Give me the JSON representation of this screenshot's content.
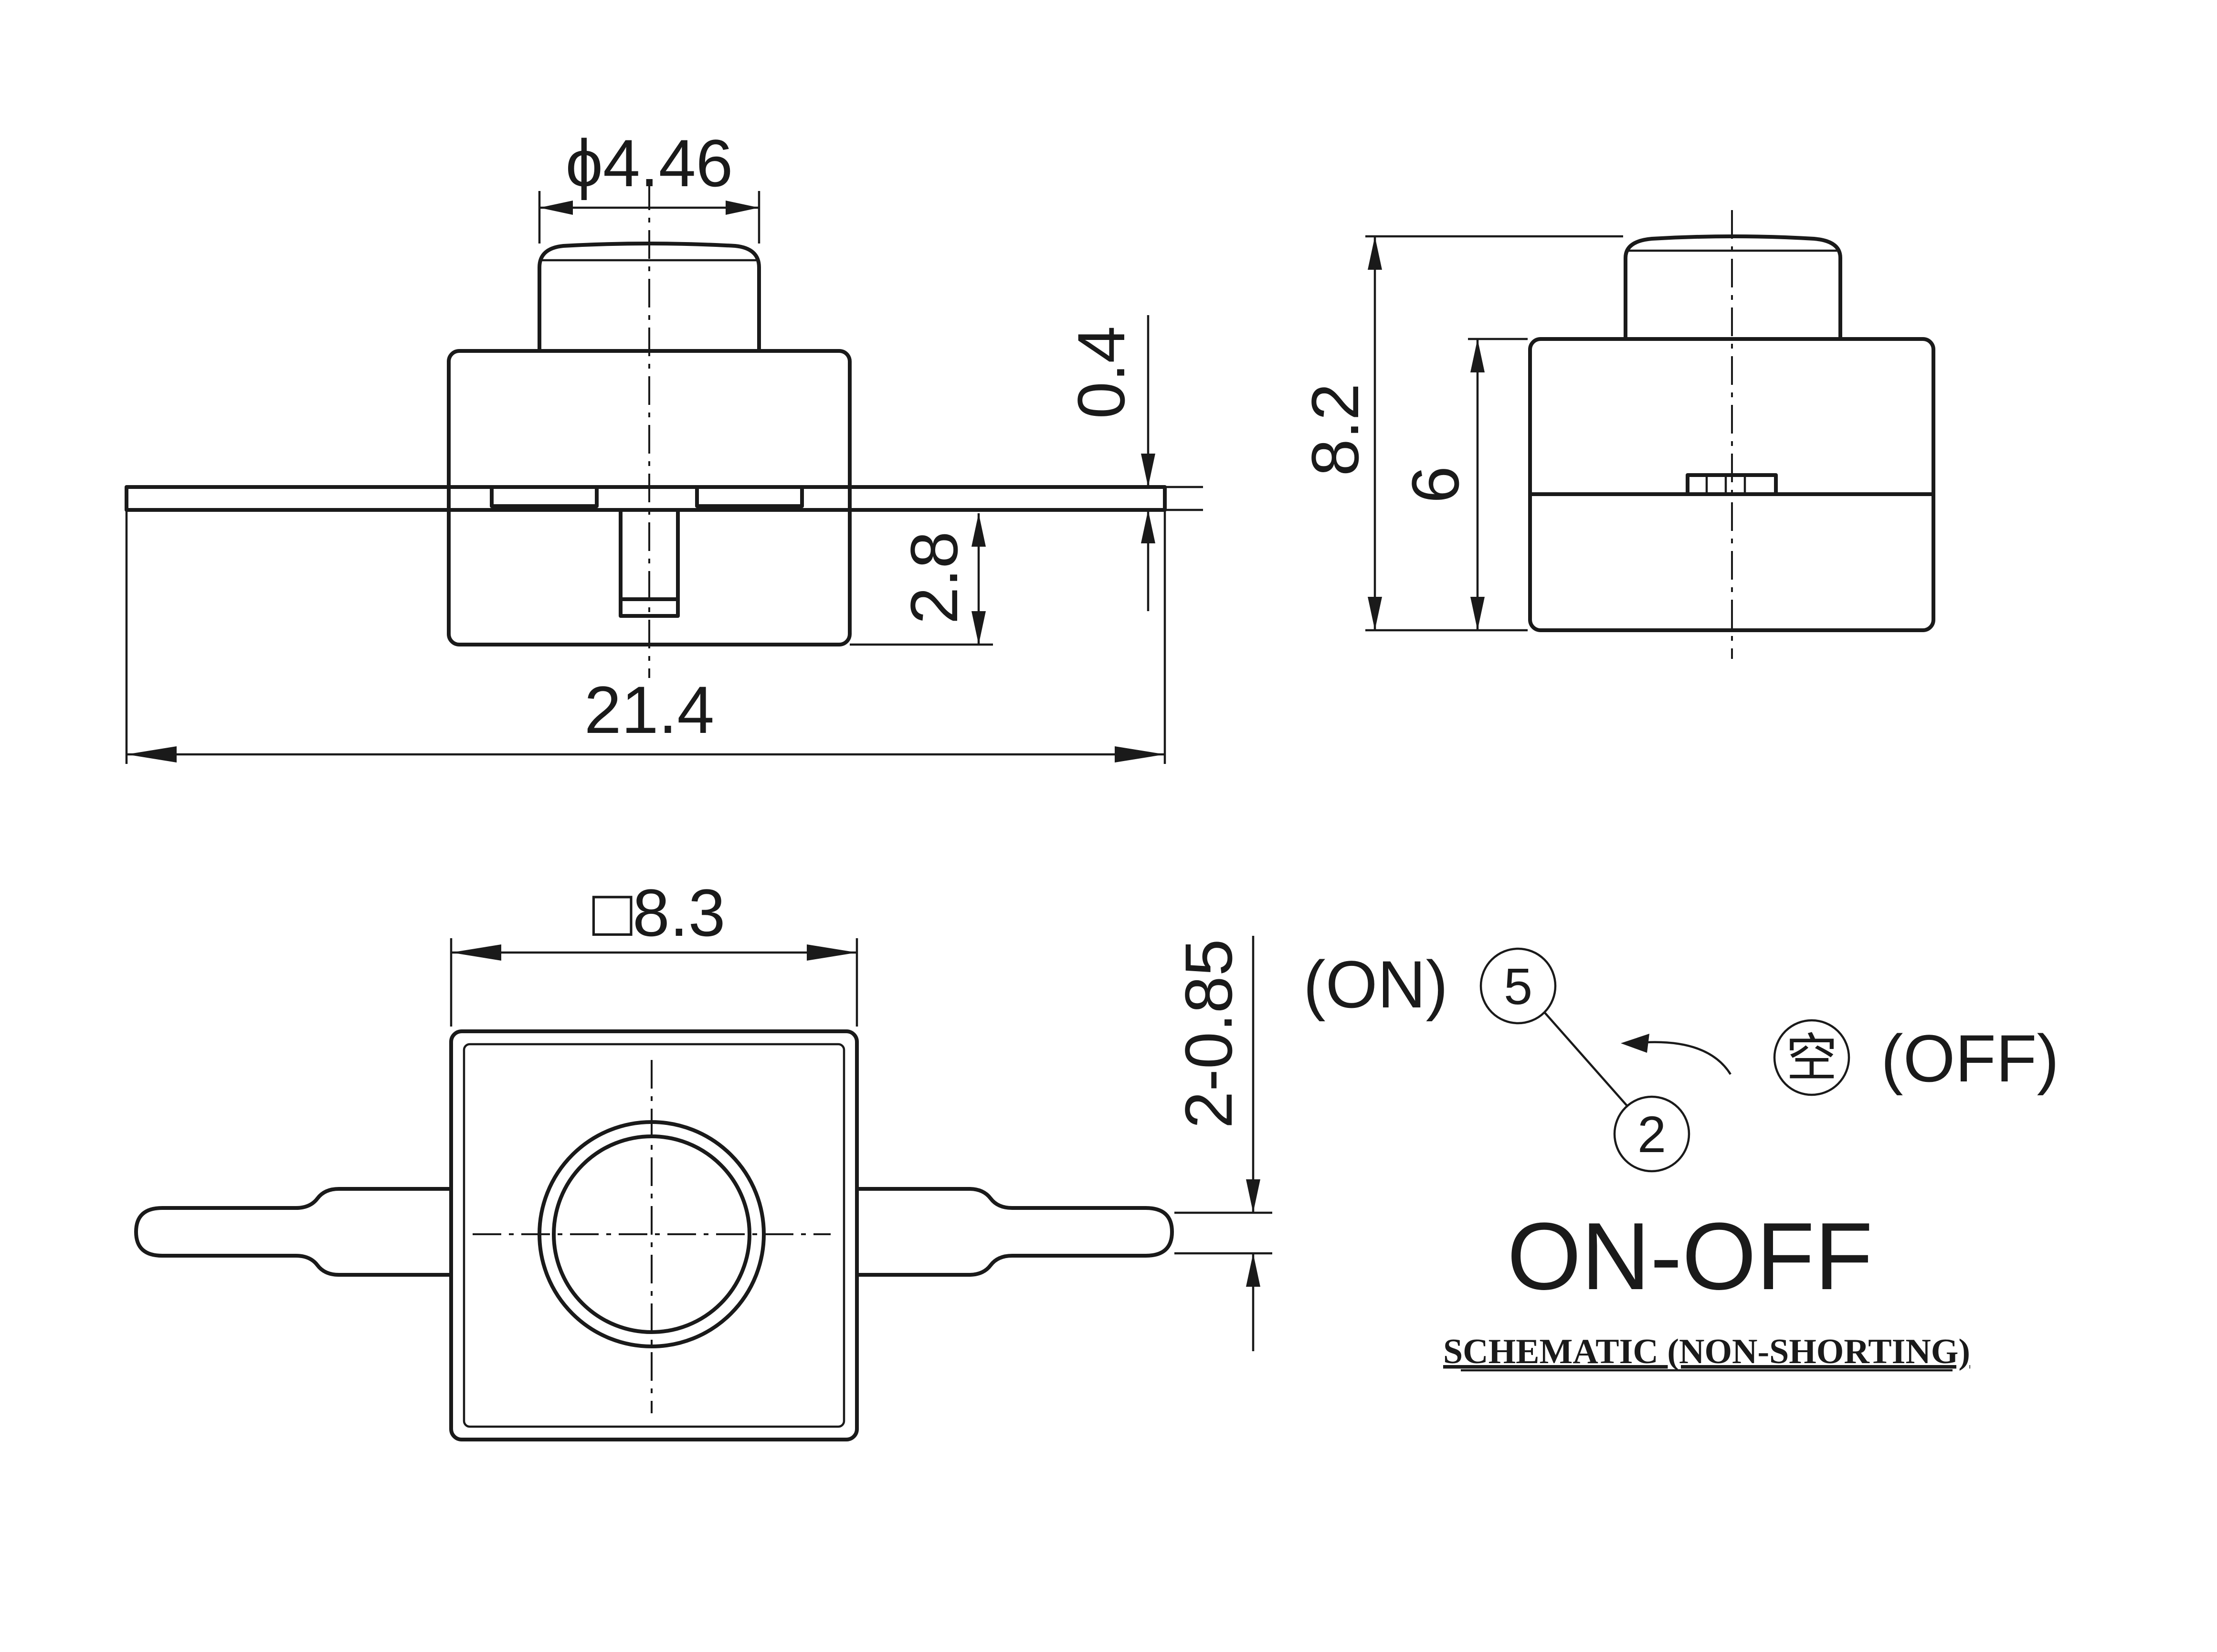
{
  "dimensions": {
    "button_diameter": "ϕ4.46",
    "top_gap": "0.4",
    "pin_height": "2.8",
    "overall_length": "21.4",
    "total_height": "8.2",
    "body_height": "6",
    "body_square": "□8.3",
    "pin_width": "2-0.85"
  },
  "schematic": {
    "on_label": "(ON)",
    "off_label": "(OFF)",
    "terminal_on": "5",
    "terminal_common": "2",
    "terminal_off": "空",
    "title": "ON-OFF",
    "subtitle": "SCHEMATIC (NON-SHORTING)"
  }
}
